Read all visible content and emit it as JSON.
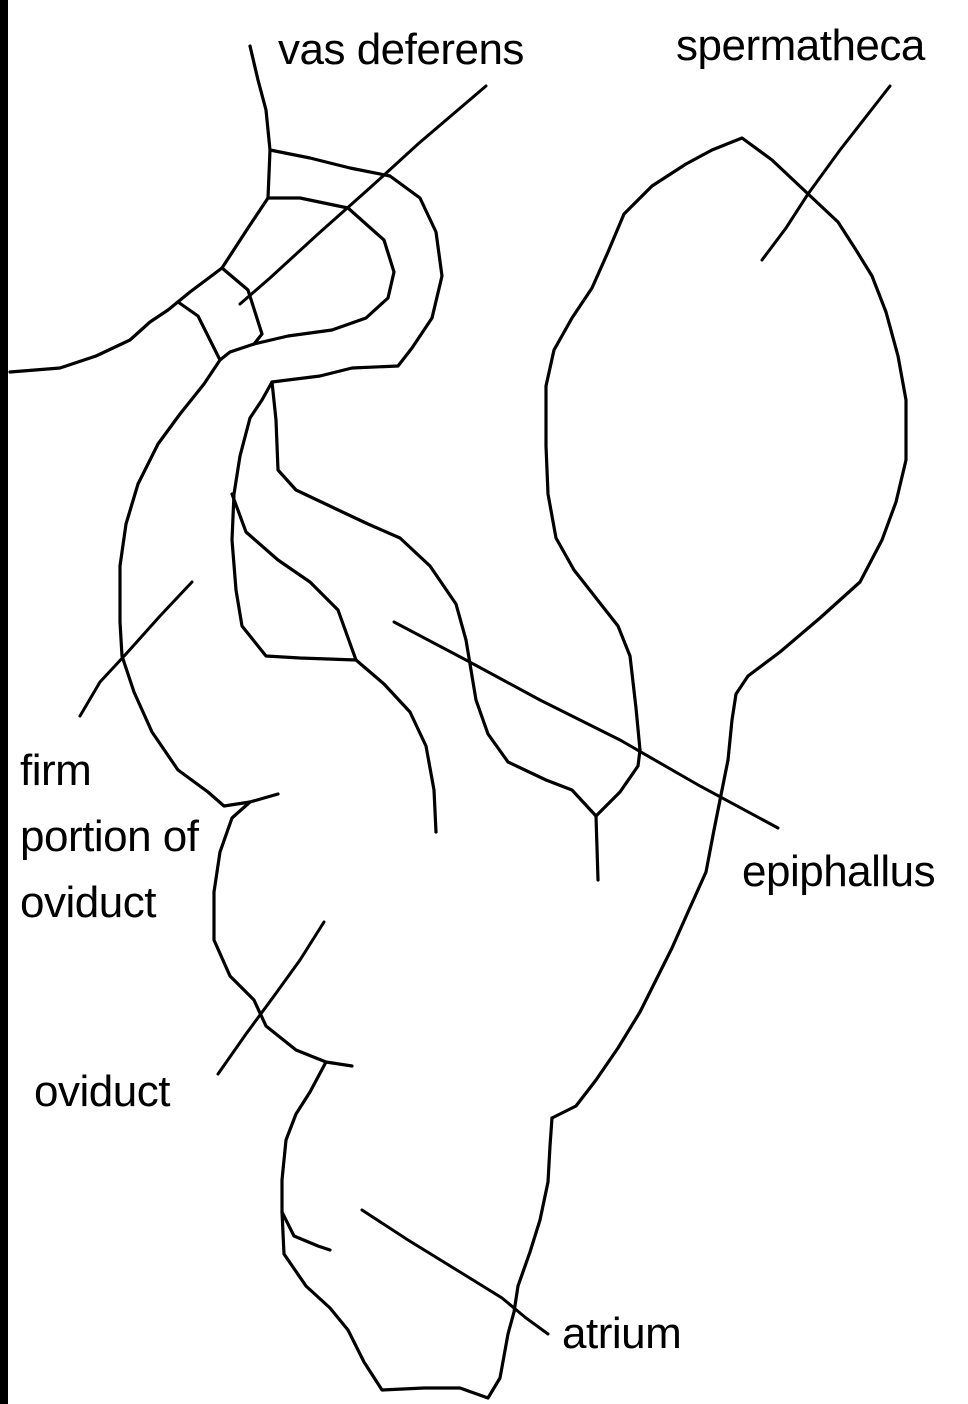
{
  "labels": {
    "vas_deferens": "vas deferens",
    "spermatheca": "spermatheca",
    "firm_portion_of_oviduct": [
      "firm",
      "portion of",
      "oviduct"
    ],
    "epiphallus": "epiphallus",
    "oviduct": "oviduct",
    "atrium": "atrium"
  },
  "colors": {
    "ink": "#000000",
    "paper": "#ffffff"
  }
}
